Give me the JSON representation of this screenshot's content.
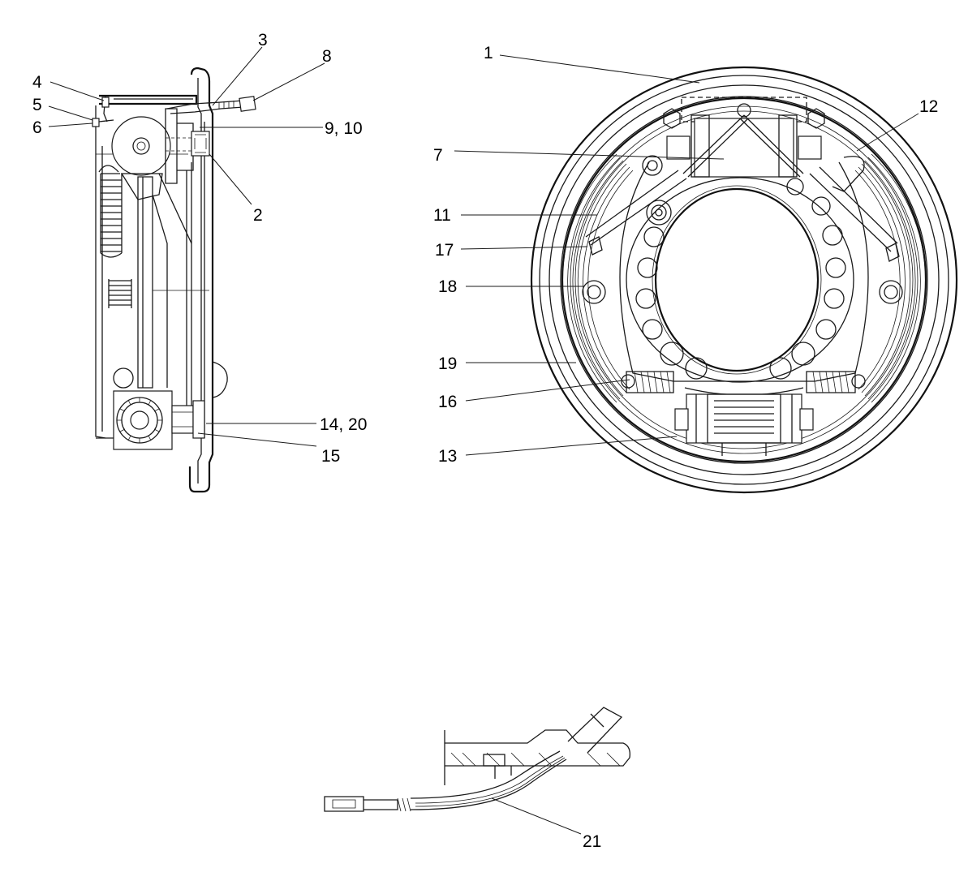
{
  "callouts": {
    "c1": "1",
    "c2": "2",
    "c3": "3",
    "c4": "4",
    "c5": "5",
    "c6": "6",
    "c7": "7",
    "c8": "8",
    "c9_10": "9, 10",
    "c11": "11",
    "c12": "12",
    "c13": "13",
    "c14_20": "14, 20",
    "c15": "15",
    "c16": "16",
    "c17": "17",
    "c18": "18",
    "c19": "19",
    "c21": "21"
  },
  "colors": {
    "line": "#1a1a1a",
    "background": "#ffffff"
  }
}
